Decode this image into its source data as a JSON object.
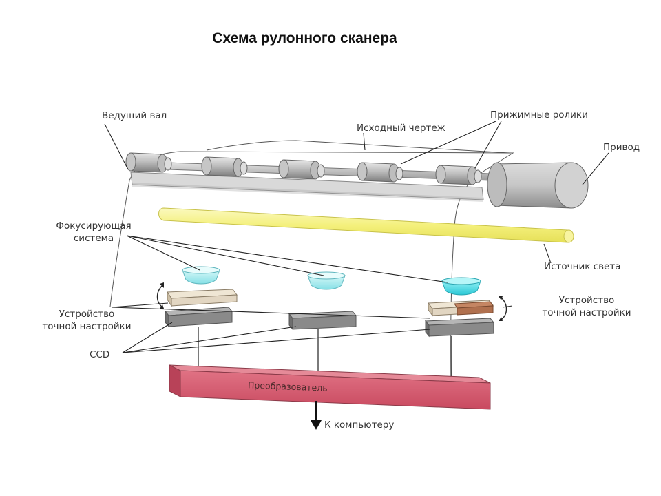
{
  "title": "Схема рулонного сканера",
  "labels": {
    "drive_shaft": "Ведущий вал",
    "original_drawing": "Исходный чертеж",
    "pinch_rollers": "Прижимные ролики",
    "drive": "Привод",
    "focusing_line1": "Фокусирующая",
    "focusing_line2": "система",
    "light_source": "Источник света",
    "fine_tune_left_line1": "Устройство",
    "fine_tune_left_line2": "точной настройки",
    "fine_tune_right_line1": "Устройство",
    "fine_tune_right_line2": "точной настройки",
    "ccd": "CCD",
    "converter": "Преобразователь",
    "to_computer": "К компьютеру"
  },
  "colors": {
    "roller": "#b4b4b4",
    "light": "#f2f08a",
    "lens": "#9fe8ea",
    "lens_right": "#3fd6e0",
    "ccd": "#8a8a8a",
    "adjuster": "#e2d6c2",
    "adjuster_right": "#b0704e",
    "converter": "#d6586e"
  }
}
